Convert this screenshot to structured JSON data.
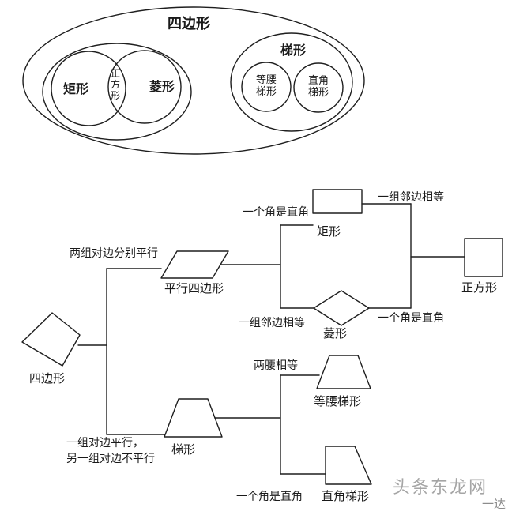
{
  "venn": {
    "title": "四边形",
    "rectangle": "矩形",
    "rhombus": "菱形",
    "square": "正方形",
    "trapezoid_group": "梯形",
    "iso_trapezoid": "等腰梯形",
    "right_trapezoid": "直角梯形"
  },
  "flow": {
    "root": "四边形",
    "cond_two_pairs_parallel": "两组对边分别平行",
    "parallelogram": "平行四边形",
    "cond_one_right_angle_top": "一个角是直角",
    "rectangle": "矩形",
    "cond_adjacent_sides_equal_right": "一组邻边相等",
    "cond_adjacent_sides_equal_bottom": "一组邻边相等",
    "rhombus": "菱形",
    "cond_one_right_angle_right": "一个角是直角",
    "square": "正方形",
    "cond_one_pair_parallel_1": "一组对边平行，",
    "cond_one_pair_parallel_2": "另一组对边不平行",
    "trapezoid": "梯形",
    "cond_legs_equal": "两腰相等",
    "iso_trapezoid": "等腰梯形",
    "cond_one_right_angle_bottom": "一个角是直角",
    "right_trapezoid": "直角梯形"
  },
  "watermark": {
    "main": "头条东龙网",
    "partial": "一达"
  }
}
